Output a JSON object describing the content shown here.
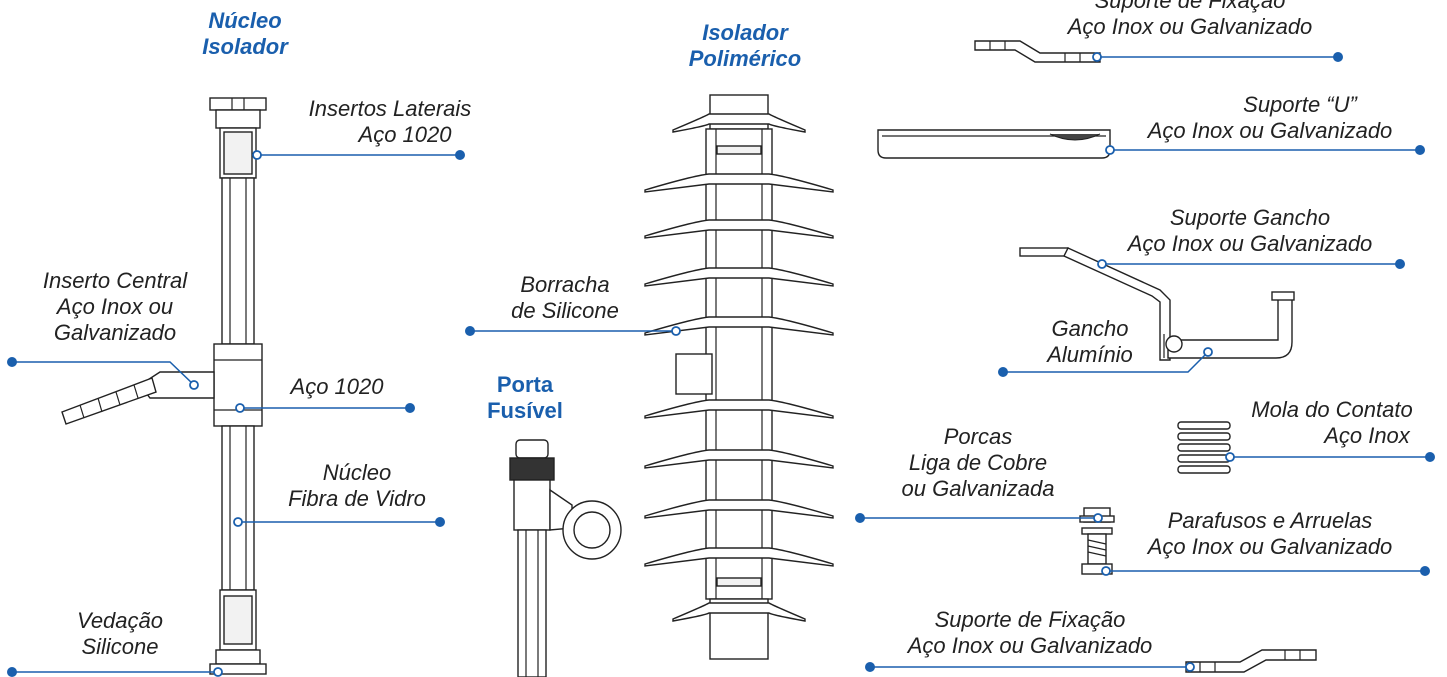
{
  "colors": {
    "accent": "#1a5fad",
    "line": "#222222",
    "background": "#ffffff"
  },
  "titles": {
    "nucleo_isolador": [
      "Núcleo",
      "Isolador"
    ],
    "isolador_polimerico": [
      "Isolador",
      "Polimérico"
    ],
    "porta_fusivel": [
      "Porta",
      "Fusível"
    ]
  },
  "labels": {
    "insertos_laterais": [
      "Insertos Laterais",
      "Aço 1020"
    ],
    "inserto_central": [
      "Inserto Central",
      "Aço Inox ou",
      "Galvanizado"
    ],
    "aco_1020": [
      "Aço 1020"
    ],
    "nucleo_fibra": [
      "Núcleo",
      "Fibra de Vidro"
    ],
    "vedacao": [
      "Vedação",
      "Silicone"
    ],
    "borracha": [
      "Borracha",
      "de Silicone"
    ],
    "suporte_fixacao_top": [
      "Suporte de Fixação",
      "Aço Inox ou Galvanizado"
    ],
    "suporte_u": [
      "Suporte “U”",
      "Aço Inox ou Galvanizado"
    ],
    "suporte_gancho": [
      "Suporte Gancho",
      "Aço Inox ou Galvanizado"
    ],
    "gancho_aluminio": [
      "Gancho",
      "Alumínio"
    ],
    "mola": [
      "Mola do Contato",
      "Aço Inox"
    ],
    "porcas": [
      "Porcas",
      "Liga de Cobre",
      "ou Galvanizada"
    ],
    "parafusos": [
      "Parafusos e Arruelas",
      "Aço Inox ou Galvanizado"
    ],
    "suporte_fixacao_bottom": [
      "Suporte de Fixação",
      "Aço Inox ou Galvanizado"
    ]
  }
}
